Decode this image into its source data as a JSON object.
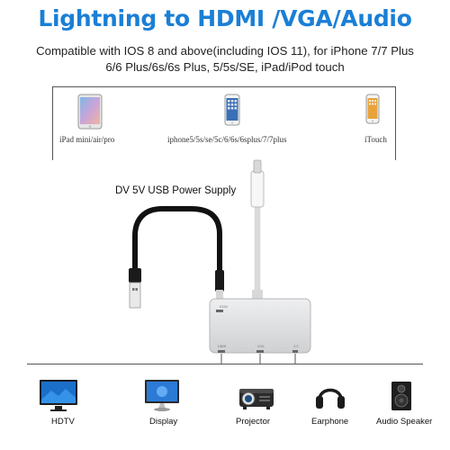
{
  "title": "Lightning to HDMI /VGA/Audio",
  "subtitle": {
    "line1": "Compatible with IOS 8 and above(including IOS 11), for iPhone 7/7 Plus",
    "line2": "6/6 Plus/6s/6s Plus, 5/5s/SE, iPad/iPod touch"
  },
  "devices": [
    {
      "label": "iPad mini/air/pro",
      "icon": "ipad-icon"
    },
    {
      "label": "iphone5/5s/se/5c/6/6s/6splus/7/7plus",
      "icon": "iphone-icon"
    },
    {
      "label": "iTouch",
      "icon": "ipod-touch-icon"
    }
  ],
  "power_label": "DV 5V USB Power Supply",
  "adapter_ports": {
    "top": "DCIN",
    "bottom": [
      "HDMI",
      "VGA",
      "3.5"
    ]
  },
  "outputs": [
    {
      "label": "HDTV",
      "icon": "hdtv-icon"
    },
    {
      "label": "Display",
      "icon": "monitor-icon"
    },
    {
      "label": "Projector",
      "icon": "projector-icon"
    },
    {
      "label": "Earphone",
      "icon": "headphones-icon"
    },
    {
      "label": "Audio Speaker",
      "icon": "speaker-icon"
    }
  ],
  "colors": {
    "title": "#1a7fd6",
    "adapter_body": "#d9dadc",
    "cable_white": "#f2f2f2",
    "cable_black": "#111111"
  }
}
